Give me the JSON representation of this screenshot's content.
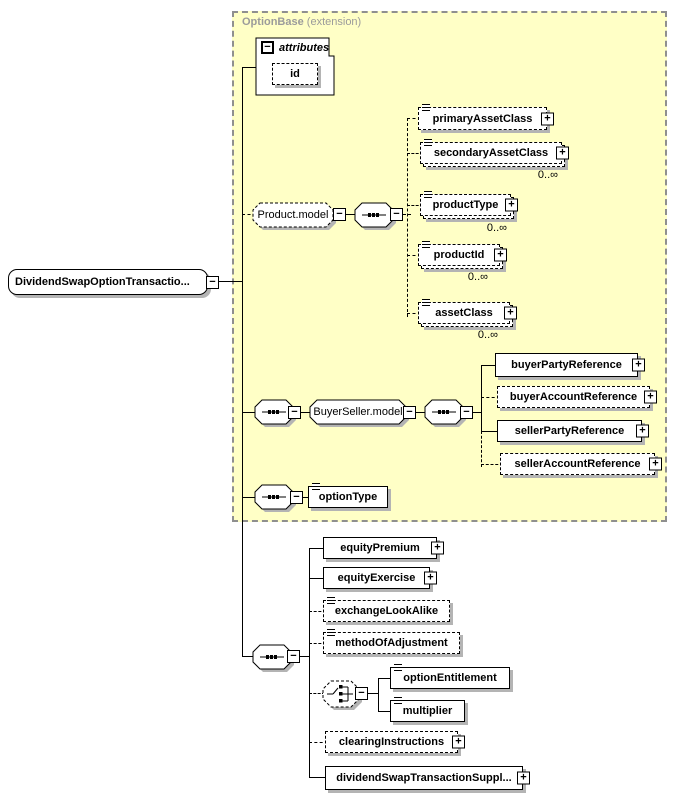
{
  "frame": {
    "title": "OptionBase",
    "subtitle": "(extension)"
  },
  "root": {
    "label": "DividendSwapOptionTransactio..."
  },
  "attributes": {
    "header": "attributes",
    "id": {
      "label": "id"
    }
  },
  "groups": {
    "product": {
      "label": "Product.model"
    },
    "buyerseller": {
      "label": "BuyerSeller.model"
    }
  },
  "elements": {
    "primaryAssetClass": {
      "label": "primaryAssetClass"
    },
    "secondaryAssetClass": {
      "label": "secondaryAssetClass",
      "occurs": "0..∞"
    },
    "productType": {
      "label": "productType",
      "occurs": "0..∞"
    },
    "productId": {
      "label": "productId",
      "occurs": "0..∞"
    },
    "assetClass": {
      "label": "assetClass",
      "occurs": "0..∞"
    },
    "buyerPartyReference": {
      "label": "buyerPartyReference"
    },
    "buyerAccountReference": {
      "label": "buyerAccountReference"
    },
    "sellerPartyReference": {
      "label": "sellerPartyReference"
    },
    "sellerAccountReference": {
      "label": "sellerAccountReference"
    },
    "optionType": {
      "label": "optionType"
    },
    "equityPremium": {
      "label": "equityPremium"
    },
    "equityExercise": {
      "label": "equityExercise"
    },
    "exchangeLookAlike": {
      "label": "exchangeLookAlike"
    },
    "methodOfAdjustment": {
      "label": "methodOfAdjustment"
    },
    "optionEntitlement": {
      "label": "optionEntitlement"
    },
    "multiplier": {
      "label": "multiplier"
    },
    "clearingInstructions": {
      "label": "clearingInstructions"
    },
    "dividendSwapTransactionSupplement": {
      "label": "dividendSwapTransactionSuppl..."
    }
  },
  "icons": {
    "expand": "+",
    "collapse": "−"
  },
  "colors": {
    "extension_bg": "#ffffc6",
    "frame_border": "#8f8f8f",
    "shadow": "#b4b4b4",
    "label_gray": "#9b9b9b"
  }
}
